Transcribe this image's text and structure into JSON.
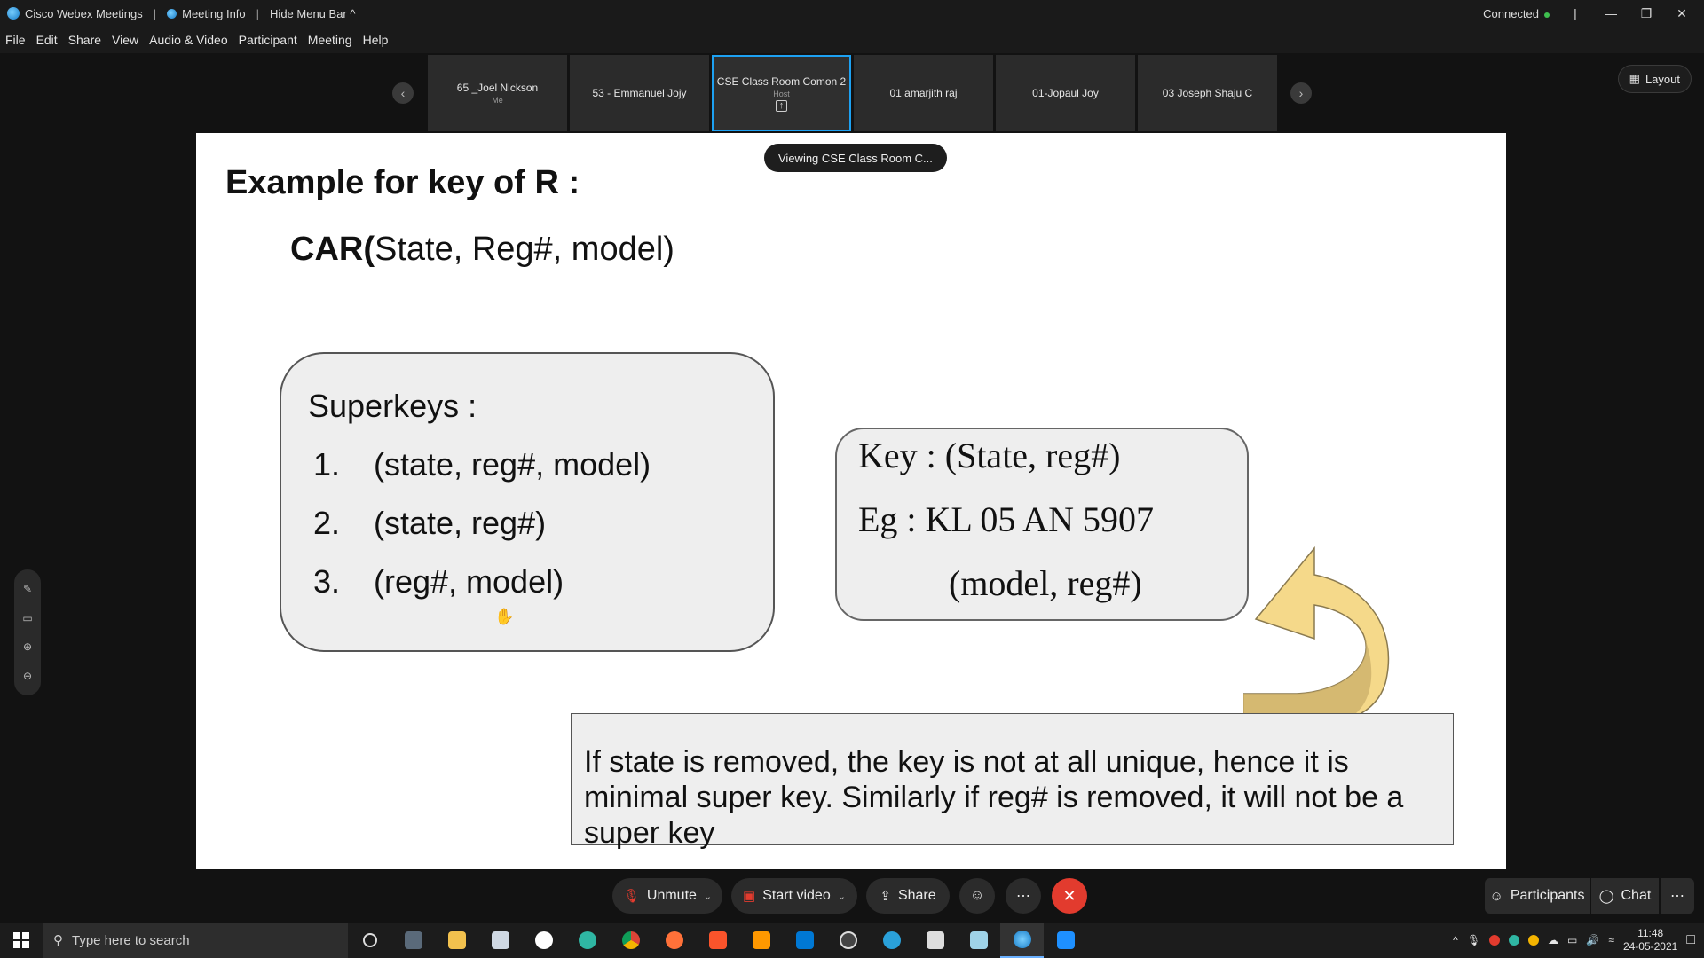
{
  "titlebar": {
    "app_name": "Cisco Webex Meetings",
    "meeting_info": "Meeting Info",
    "hide_menu": "Hide Menu Bar",
    "status": "Connected"
  },
  "menu": [
    "File",
    "Edit",
    "Share",
    "View",
    "Audio & Video",
    "Participant",
    "Meeting",
    "Help"
  ],
  "participants": [
    {
      "name": "65 _Joel Nickson",
      "sub": "Me"
    },
    {
      "name": "53 - Emmanuel Jojy",
      "sub": ""
    },
    {
      "name": "CSE Class Room Comon 2",
      "sub": "Host"
    },
    {
      "name": "01 amarjith raj",
      "sub": ""
    },
    {
      "name": "01-Jopaul Joy",
      "sub": ""
    },
    {
      "name": "03 Joseph Shaju C",
      "sub": ""
    }
  ],
  "layout_label": "Layout",
  "viewing_label": "Viewing CSE Class Room C...",
  "slide": {
    "title": "Example for key of R :",
    "relation_name": "CAR(",
    "relation_attrs": "State, Reg#, model)",
    "superkeys_heading": "Superkeys :",
    "superkeys": [
      {
        "num": "1.",
        "text": "(state, reg#, model)"
      },
      {
        "num": "2.",
        "text": "(state, reg#)"
      },
      {
        "num": "3.",
        "text": "(reg#, model)"
      }
    ],
    "key_line1": "Key : (State, reg#)",
    "key_line2": "Eg : KL 05 AN 5907",
    "key_line3": "(model, reg#)",
    "note": "If state is removed, the key is not at all unique, hence it is minimal super key. Similarly if reg# is removed, it will not be a super key"
  },
  "controls": {
    "unmute": "Unmute",
    "start_video": "Start video",
    "share": "Share",
    "participants": "Participants",
    "chat": "Chat"
  },
  "taskbar": {
    "search_placeholder": "Type here to search",
    "time": "11:48",
    "date": "24-05-2021"
  },
  "colors": {
    "accent": "#1da1f2",
    "end_call": "#e23b2e",
    "arrow_fill": "#f5d98a"
  }
}
